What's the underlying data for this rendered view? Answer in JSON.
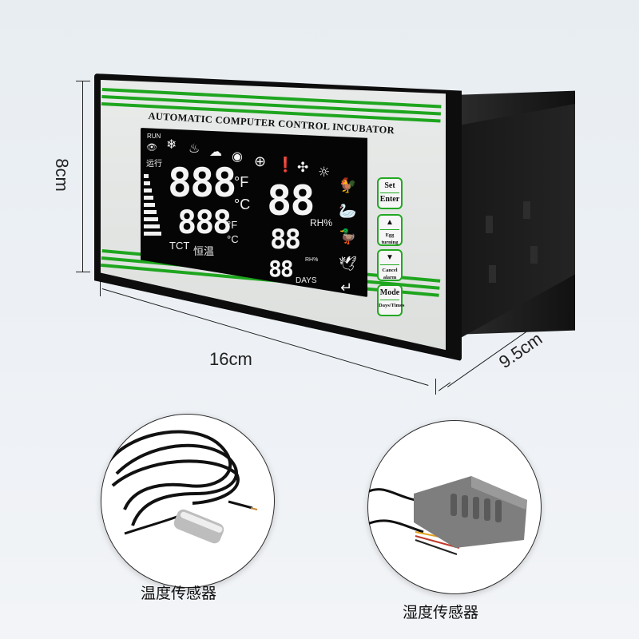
{
  "dimensions": {
    "height_label": "8cm",
    "width_label": "16cm",
    "depth_label": "9.5cm"
  },
  "controller": {
    "title": "AUTOMATIC COMPUTER CONTROL INCUBATOR",
    "lcd": {
      "run_label": "RUN",
      "run_cn": "运行",
      "temp_main": "888",
      "temp_unit_f": "°F",
      "temp_unit_c": "°C",
      "temp_sub": "888",
      "sub_unit_f": "°F",
      "sub_unit_c": "°C",
      "humidity_main": "88",
      "humidity_unit": "RH%",
      "humidity_sub": "88",
      "humidity_sub_unit": "RH%",
      "days_value": "88",
      "days_label": "DAYS",
      "tct_label": "TCT",
      "constant_temp_cn": "恒温"
    },
    "buttons": [
      {
        "top": "Set",
        "bottom": "Enter"
      },
      {
        "top": "▲",
        "bottom": "Egg turning"
      },
      {
        "top": "▼",
        "bottom": "Cancel alarm"
      },
      {
        "top": "Mode",
        "bottom": "Days/Times"
      }
    ],
    "accent_color": "#1ea51e"
  },
  "sensors": {
    "left_caption": "温度传感器",
    "right_caption": "湿度传感器"
  }
}
